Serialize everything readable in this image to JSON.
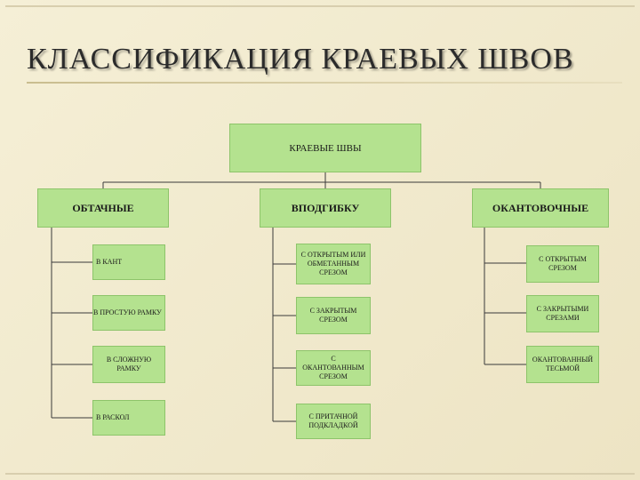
{
  "title": "КЛАССИФИКАЦИЯ КРАЕВЫХ ШВОВ",
  "root": "КРАЕВЫЕ ШВЫ",
  "categories": [
    {
      "label": "ОБТАЧНЫЕ",
      "items": [
        "В КАНТ",
        "В ПРОСТУЮ РАМКУ",
        "В СЛОЖНУЮ РАМКУ",
        "В РАСКОЛ"
      ]
    },
    {
      "label": "ВПОДГИБКУ",
      "items": [
        "С ОТКРЫТЫМ ИЛИ ОБМЕТАННЫМ СРЕЗОМ",
        "С ЗАКРЫТЫМ СРЕЗОМ",
        "С ОКАНТОВАННЫМ СРЕЗОМ",
        "С ПРИТАЧНОЙ ПОДКЛАДКОЙ"
      ]
    },
    {
      "label": "ОКАНТОВОЧНЫЕ",
      "items": [
        "С ОТКРЫТЫМ СРЕЗОМ",
        "С ЗАКРЫТЫМИ СРЕЗАМИ",
        "ОКАНТОВАННЫЙ ТЕСЬМОЙ"
      ]
    }
  ]
}
